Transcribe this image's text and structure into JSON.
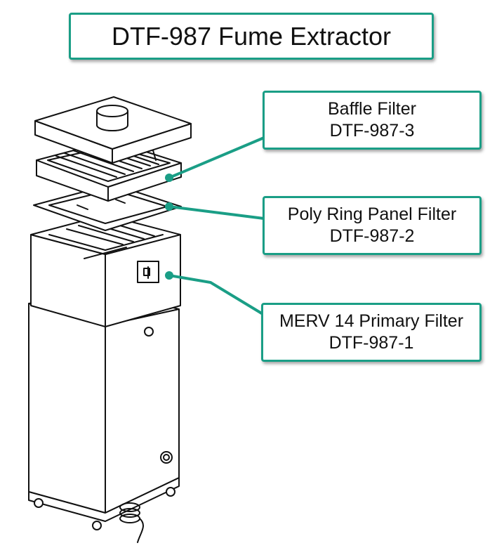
{
  "title": "DTF-987 Fume Extractor",
  "accent_color": "#1a9e86",
  "callouts": [
    {
      "name": "Baffle Filter",
      "part": "DTF-987-3"
    },
    {
      "name": "Poly Ring Panel Filter",
      "part": "DTF-987-2"
    },
    {
      "name": "MERV 14 Primary Filter",
      "part": "DTF-987-1"
    }
  ]
}
